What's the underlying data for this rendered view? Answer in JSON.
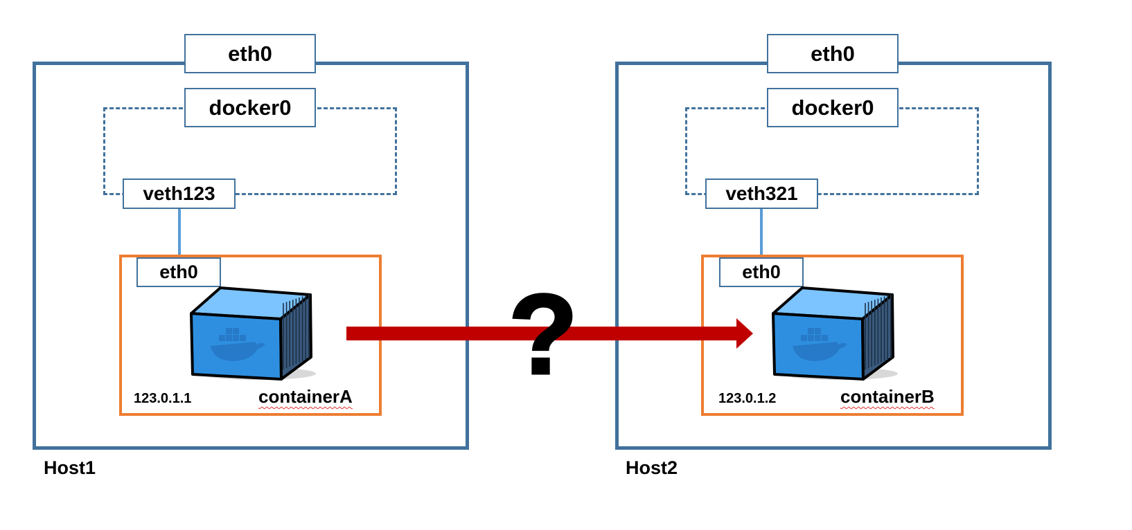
{
  "hosts": [
    {
      "label": "Host1",
      "eth0": "eth0",
      "bridge": "docker0",
      "veth": "veth123",
      "container": {
        "eth0": "eth0",
        "ip": "123.0.1.1",
        "name": "containerA"
      }
    },
    {
      "label": "Host2",
      "eth0": "eth0",
      "bridge": "docker0",
      "veth": "veth321",
      "container": {
        "eth0": "eth0",
        "ip": "123.0.1.2",
        "name": "containerB"
      }
    }
  ],
  "connector": {
    "symbol": "?"
  },
  "colors": {
    "host_border": "#41719c",
    "container_border": "#ed7d31",
    "veth_link": "#5b9bd5",
    "arrow": "#c00000",
    "cube_top": "#7cc4ff",
    "cube_front": "#2e8fe0"
  },
  "icons": [
    "docker-whale-icon",
    "shipping-container-icon"
  ]
}
